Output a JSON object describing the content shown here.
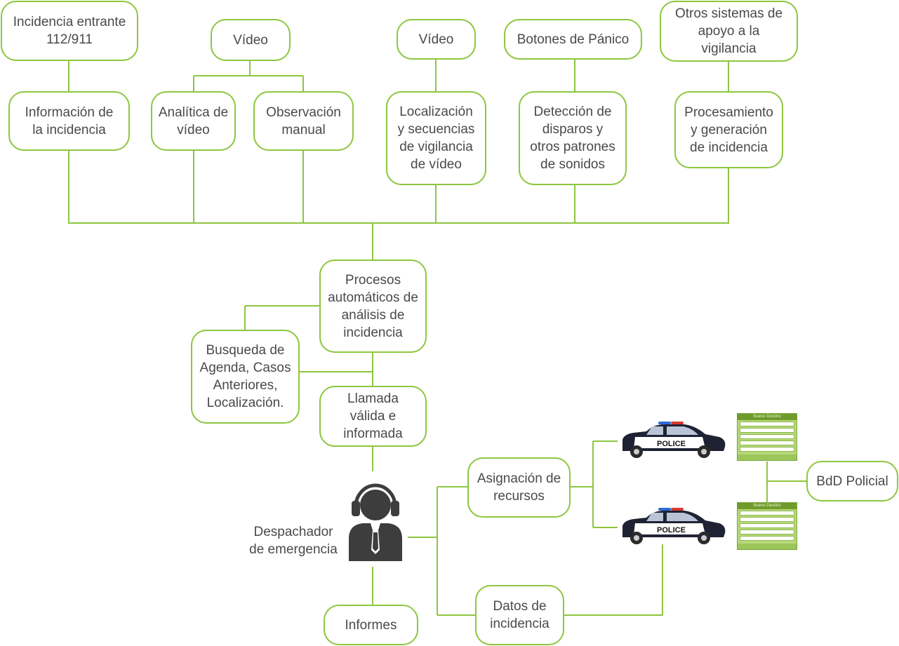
{
  "colors": {
    "accent": "#8dc63f",
    "text": "#4a4a4a",
    "icon": "#3d3d3d",
    "car_body": "#1f2233"
  },
  "nodes": {
    "incidencia_entrante": "Incidencia entrante 112/911",
    "video_1": "Vídeo",
    "video_2": "Vídeo",
    "botones_panico": "Botones de Pánico",
    "otros_sistemas": "Otros sistemas de apoyo a la vigilancia",
    "informacion_incidencia": "Información de la incidencia",
    "analitica_video": "Analítica de vídeo",
    "observacion_manual": "Observación manual",
    "localizacion_secuencias": "Localización y secuencias de vigilancia de vídeo",
    "deteccion_disparos": "Detección de disparos y otros patrones de sonidos",
    "procesamiento": "Procesamiento y generación de incidencia",
    "procesos_automaticos": "Procesos automáticos de análisis de incidencia",
    "busqueda_agenda": "Busqueda de Agenda, Casos Anteriores, Localización.",
    "llamada_valida": "Llamada válida e informada",
    "despachador": "Despachador de emergencia",
    "asignacion_recursos": "Asignación de recursos",
    "datos_incidencia": "Datos de incidencia",
    "informes": "Informes",
    "bdd_policial": "BdD Policial"
  },
  "police_cars": {
    "label": "POLICE",
    "count": 2
  },
  "form_cards": {
    "title": "Nuevo Destino",
    "count": 2
  },
  "icons": {
    "dispatcher": "headset-operator-icon",
    "vehicle": "police-car-icon",
    "form": "form-card-icon"
  }
}
